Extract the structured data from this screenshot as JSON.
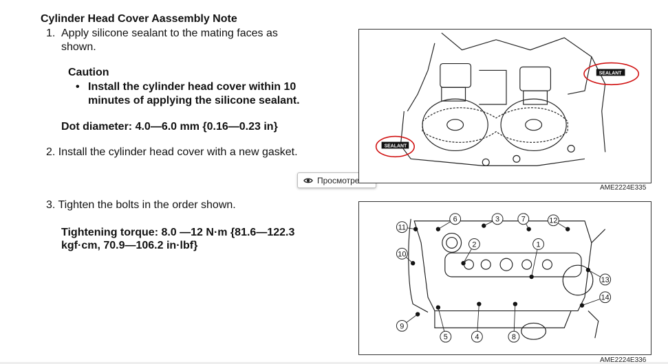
{
  "title": "Cylinder Head Cover Aassembly Note",
  "step1": {
    "number": "1.",
    "text": "Apply silicone sealant to the mating faces as shown."
  },
  "caution": {
    "heading": "Caution",
    "bullet_symbol": "•",
    "bullet": "Install the cylinder head cover within 10 minutes of applying the silicone sealant."
  },
  "dot_diameter": "Dot diameter: 4.0—6.0 mm {0.16—0.23 in}",
  "step2": {
    "number": "2.",
    "text": "Install the cylinder head cover with a new gasket."
  },
  "step3": {
    "number": "3.",
    "text": "Tighten the bolts in the order shown."
  },
  "torque": "Tightening torque: 8.0 —12 N·m {81.6—122.3 kgf·cm, 70.9—106.2 in·lbf}",
  "view_button": {
    "icon": "eye-icon",
    "label": "Просмотреть"
  },
  "figure1": {
    "sealant_label": "SEALANT",
    "caption": "AME2224E335"
  },
  "figure2": {
    "caption": "AME2224E336",
    "bolt_labels": [
      "1",
      "2",
      "3",
      "4",
      "5",
      "6",
      "7",
      "8",
      "9",
      "10",
      "11",
      "12",
      "13",
      "14"
    ]
  },
  "colors": {
    "sealant_marker": "#d01010",
    "text": "#111111"
  }
}
